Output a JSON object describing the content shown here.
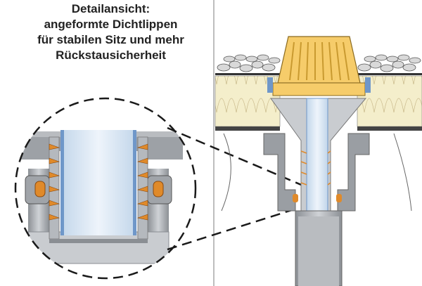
{
  "caption": {
    "lines": [
      "Detailansicht:",
      "angeformte Dichtlippen",
      "für stabilen Sitz und mehr",
      "Rückstausicherheit"
    ]
  },
  "colors": {
    "divider": "#a9a9a9",
    "pipe_grey": "#9a9ea3",
    "pipe_light": "#c9ccd0",
    "pipe_inner": "#dce9f5",
    "pipe_blue_edge": "#6f97c9",
    "seal_orange": "#e08a2a",
    "insulation": "#f4eecb",
    "dome_yellow": "#f6cc6a",
    "gravel": "#d9d9d9",
    "dashed_line": "#1a1a1a"
  },
  "icons": [
    "magnifier-detail-circle",
    "roof-drain-assembly",
    "gravel-layer",
    "insulation-layer",
    "dome-strainer"
  ]
}
